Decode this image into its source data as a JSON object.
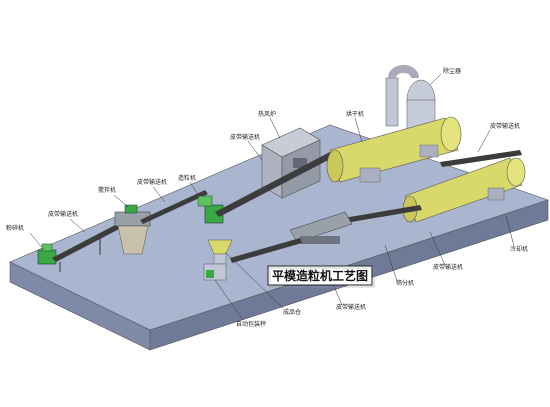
{
  "diagram": {
    "caption": "平模造粒机工艺图",
    "labels": {
      "crusher": "粉碎机",
      "conveyor_left": "皮带输送机",
      "mixer": "搅拌机",
      "conveyor_mixer": "皮带输送机",
      "granulator": "造粒机",
      "hot_stove": "热风炉",
      "conveyor_top": "皮带输送机",
      "dryer": "烘干机",
      "dust_collector": "除尘器",
      "conveyor_right": "皮带输送机",
      "cooler": "冷却机",
      "screener": "筛分机",
      "conveyor_bottom": "皮带输送机",
      "conveyor_finished": "皮带输送机",
      "finished_bin": "成品仓",
      "packer": "自动包装秤"
    }
  }
}
